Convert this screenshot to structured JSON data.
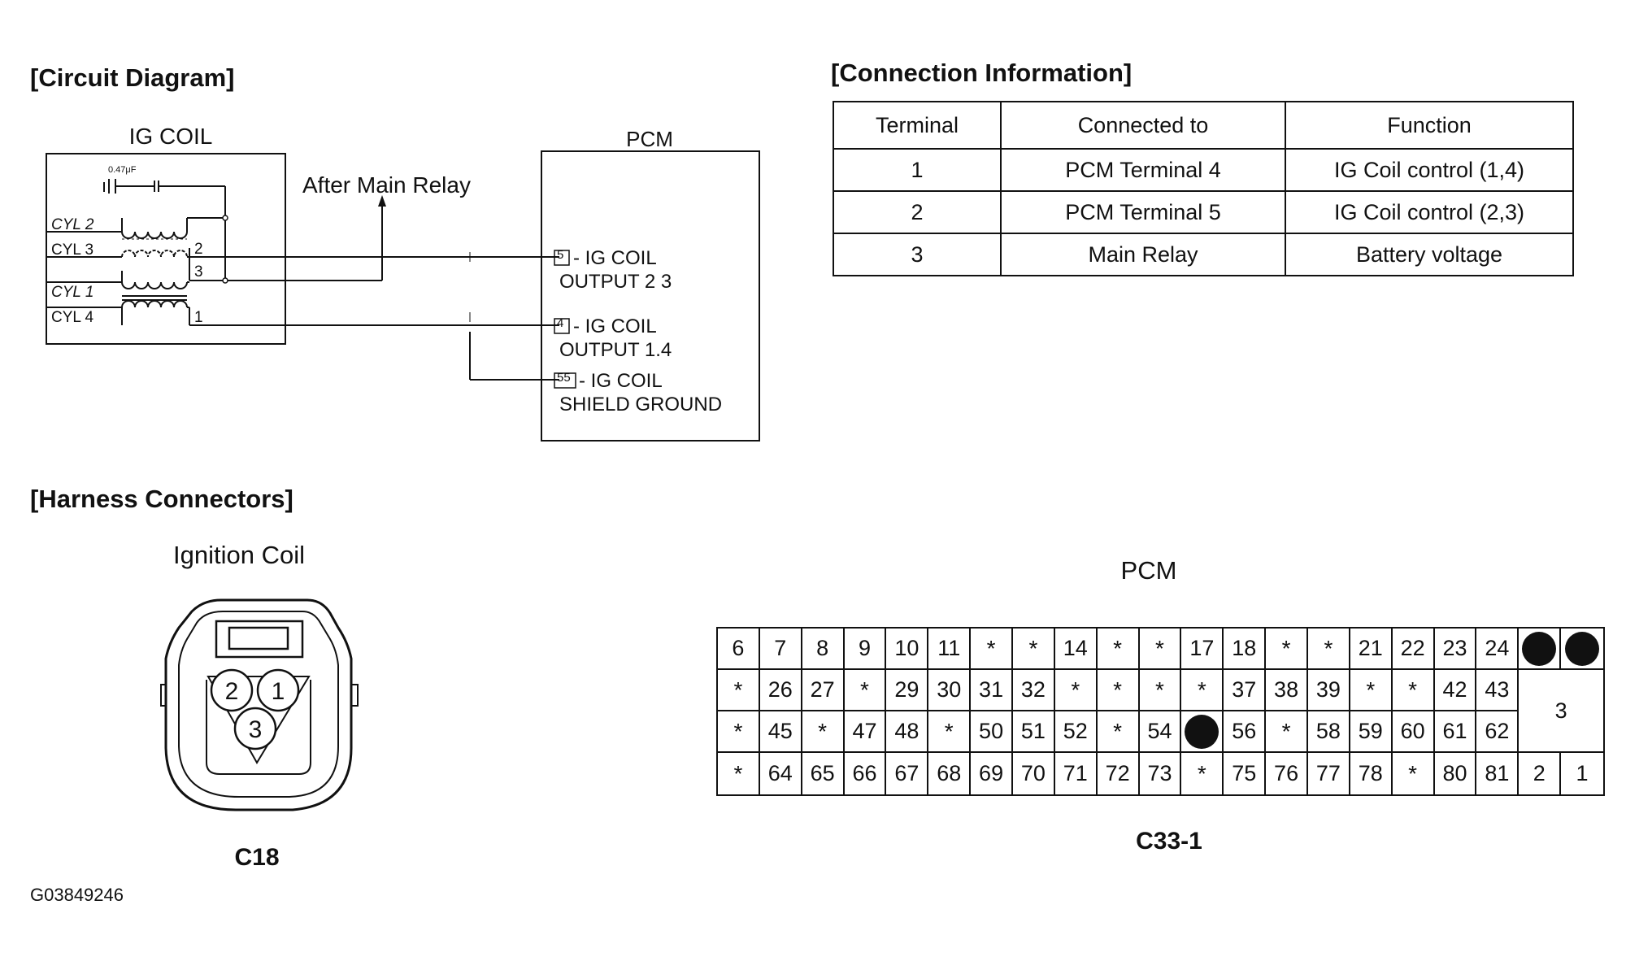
{
  "headings": {
    "circuit": "[Circuit Diagram]",
    "connection": "[Connection Information]",
    "harness": "[Harness Connectors]"
  },
  "circuit": {
    "ig_coil_title": "IG COIL",
    "pcm_title": "PCM",
    "capacitor_label": "0.47μF",
    "after_main_relay": "After Main Relay",
    "cyl_labels": [
      "CYL 2",
      "CYL 3",
      "CYL 1",
      "CYL 4"
    ],
    "coil_terminals": [
      "2",
      "3",
      "1"
    ],
    "pcm_pins": [
      {
        "num": "5",
        "line1": "- IG COIL",
        "line2": "OUTPUT 2 3"
      },
      {
        "num": "4",
        "line1": "- IG COIL",
        "line2": "OUTPUT 1.4"
      },
      {
        "num": "55",
        "line1": "- IG COIL",
        "line2": "SHIELD GROUND"
      }
    ]
  },
  "connection_table": {
    "headers": [
      "Terminal",
      "Connected to",
      "Function"
    ],
    "rows": [
      [
        "1",
        "PCM Terminal 4",
        "IG Coil control (1,4)"
      ],
      [
        "2",
        "PCM Terminal 5",
        "IG Coil control (2,3)"
      ],
      [
        "3",
        "Main Relay",
        "Battery voltage"
      ]
    ]
  },
  "harness": {
    "ignition_coil_title": "Ignition Coil",
    "ignition_coil_pins": [
      "2",
      "1",
      "3"
    ],
    "ignition_coil_code": "C18",
    "pcm_title": "PCM",
    "pcm_code": "C33-1",
    "pcm_rows": [
      [
        "6",
        "7",
        "8",
        "9",
        "10",
        "11",
        "*",
        "*",
        "14",
        "*",
        "*",
        "17",
        "18",
        "*",
        "*",
        "21",
        "22",
        "23",
        "24",
        "●",
        "●"
      ],
      [
        "*",
        "26",
        "27",
        "*",
        "29",
        "30",
        "31",
        "32",
        "*",
        "*",
        "*",
        "*",
        "37",
        "38",
        "39",
        "*",
        "*",
        "42",
        "43"
      ],
      [
        "*",
        "45",
        "*",
        "47",
        "48",
        "*",
        "50",
        "51",
        "52",
        "*",
        "54",
        "●",
        "56",
        "*",
        "58",
        "59",
        "60",
        "61",
        "62"
      ],
      [
        "*",
        "64",
        "65",
        "66",
        "67",
        "68",
        "69",
        "70",
        "71",
        "72",
        "73",
        "*",
        "75",
        "76",
        "77",
        "78",
        "*",
        "80",
        "81",
        "2",
        "1"
      ]
    ],
    "pcm_big_cell": "3"
  },
  "figure_id": "G03849246"
}
